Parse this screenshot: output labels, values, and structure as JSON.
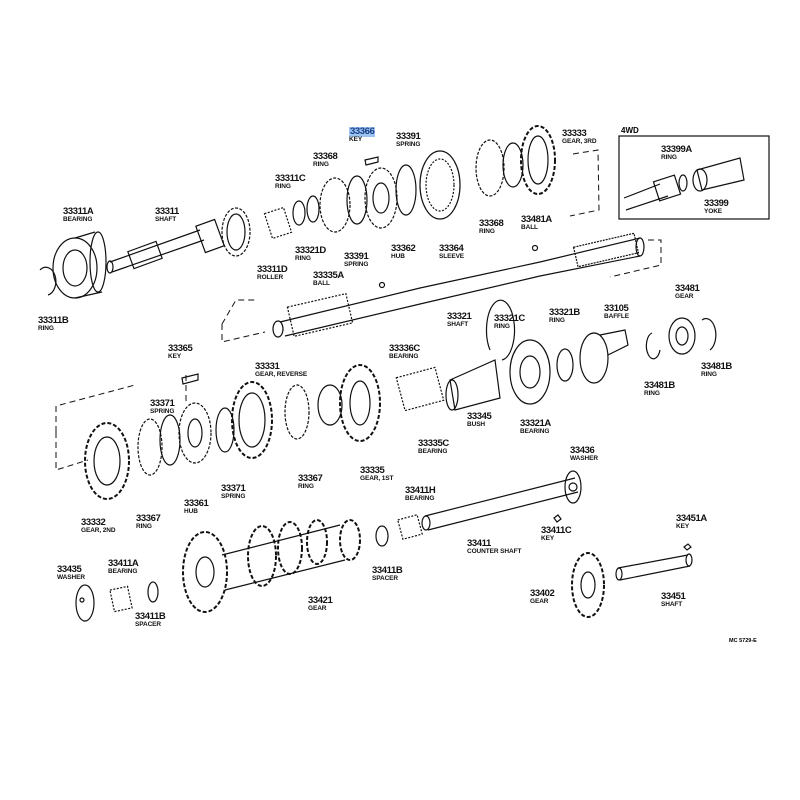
{
  "diagram": {
    "inset_label": "4WD",
    "drawing_code": "MC 5729-E",
    "highlight_color": "#9cc3f0",
    "parts": [
      {
        "number": "33366",
        "name": "KEY",
        "highlighted": true
      },
      {
        "number": "33391",
        "name": "SPRING"
      },
      {
        "number": "33333",
        "name": "GEAR, 3RD"
      },
      {
        "number": "33399A",
        "name": "RING"
      },
      {
        "number": "33399",
        "name": "YOKE"
      },
      {
        "number": "33368",
        "name": "RING"
      },
      {
        "number": "33311C",
        "name": "RING"
      },
      {
        "number": "33311A",
        "name": "BEARING"
      },
      {
        "number": "33311",
        "name": "SHAFT"
      },
      {
        "number": "33321D",
        "name": "RING"
      },
      {
        "number": "33391",
        "name": "SPRING"
      },
      {
        "number": "33362",
        "name": "HUB"
      },
      {
        "number": "33364",
        "name": "SLEEVE"
      },
      {
        "number": "33368",
        "name": "RING"
      },
      {
        "number": "33481A",
        "name": "BALL"
      },
      {
        "number": "33311D",
        "name": "ROLLER"
      },
      {
        "number": "33335A",
        "name": "BALL"
      },
      {
        "number": "33311B",
        "name": "RING"
      },
      {
        "number": "33321",
        "name": "SHAFT"
      },
      {
        "number": "33321C",
        "name": "RING"
      },
      {
        "number": "33321B",
        "name": "RING"
      },
      {
        "number": "33105",
        "name": "BAFFLE"
      },
      {
        "number": "33481",
        "name": "GEAR"
      },
      {
        "number": "33481B",
        "name": "RING"
      },
      {
        "number": "33481B",
        "name": "RING"
      },
      {
        "number": "33365",
        "name": "KEY"
      },
      {
        "number": "33331",
        "name": "GEAR, REVERSE"
      },
      {
        "number": "33336C",
        "name": "BEARING"
      },
      {
        "number": "33371",
        "name": "SPRING"
      },
      {
        "number": "33335C",
        "name": "BEARING"
      },
      {
        "number": "33345",
        "name": "BUSH"
      },
      {
        "number": "33321A",
        "name": "BEARING"
      },
      {
        "number": "33367",
        "name": "RING"
      },
      {
        "number": "33335",
        "name": "GEAR, 1ST"
      },
      {
        "number": "33371",
        "name": "SPRING"
      },
      {
        "number": "33436",
        "name": "WASHER"
      },
      {
        "number": "33361",
        "name": "HUB"
      },
      {
        "number": "33411H",
        "name": "BEARING"
      },
      {
        "number": "33332",
        "name": "GEAR, 2ND"
      },
      {
        "number": "33367",
        "name": "RING"
      },
      {
        "number": "33411C",
        "name": "KEY"
      },
      {
        "number": "33451A",
        "name": "KEY"
      },
      {
        "number": "33411",
        "name": "COUNTER SHAFT"
      },
      {
        "number": "33435",
        "name": "WASHER"
      },
      {
        "number": "33411A",
        "name": "BEARING"
      },
      {
        "number": "33411B",
        "name": "SPACER"
      },
      {
        "number": "33421",
        "name": "GEAR"
      },
      {
        "number": "33402",
        "name": "GEAR"
      },
      {
        "number": "33451",
        "name": "SHAFT"
      },
      {
        "number": "33411B",
        "name": "SPACER"
      }
    ]
  }
}
